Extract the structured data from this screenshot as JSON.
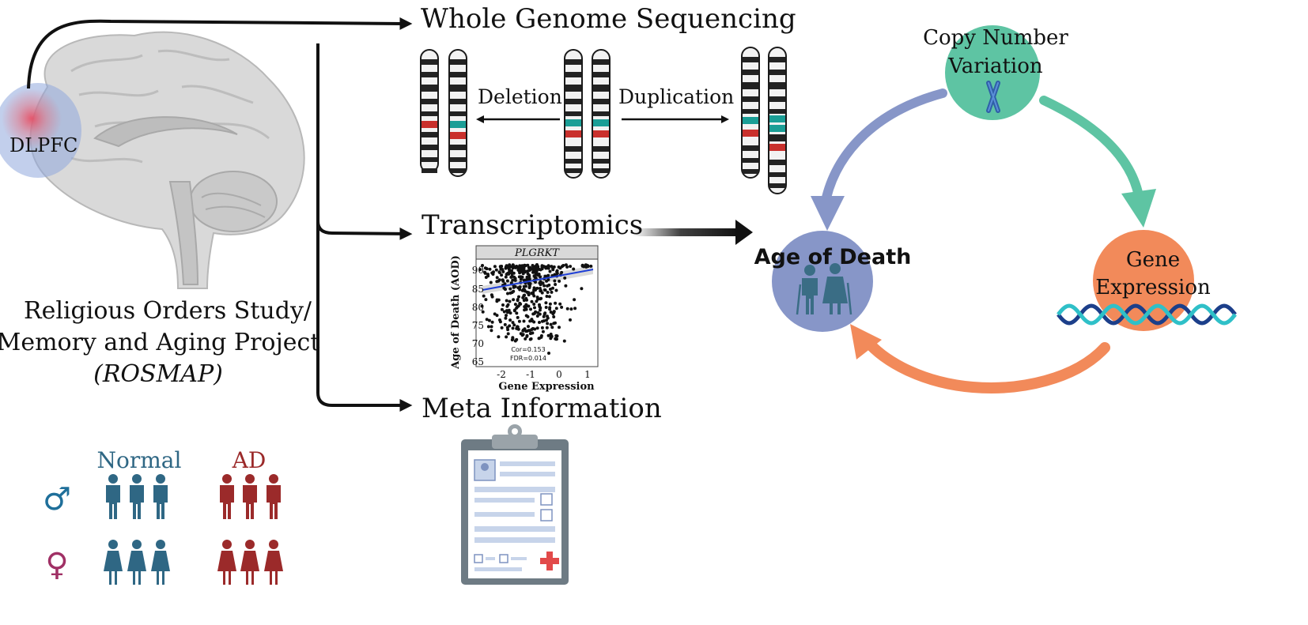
{
  "brain": {
    "region_label": "DLPFC",
    "study_line1": "Religious Orders Study/",
    "study_line2": "Memory and Aging Project",
    "study_abbrev": "(ROSMAP)"
  },
  "cohort": {
    "normal_label": "Normal",
    "ad_label": "AD",
    "male_symbol": "♂",
    "female_symbol": "♀",
    "normal_color": "#2f6784",
    "ad_color": "#9b2a2a"
  },
  "wgs": {
    "title": "Whole Genome Sequencing",
    "deletion_label": "Deletion",
    "duplication_label": "Duplication"
  },
  "transcriptomics": {
    "title": "Transcriptomics",
    "plot": {
      "gene_title": "PLGRKT",
      "ylabel": "Age of Death (AOD)",
      "xlabel": "Gene Expression",
      "yticks": [
        "90",
        "85",
        "80",
        "75",
        "70",
        "65"
      ],
      "xticks": [
        "-2",
        "-1",
        "0",
        "1"
      ],
      "stat_line1": "Cor=0.153",
      "stat_line2": "FDR=0.014"
    }
  },
  "meta": {
    "title": "Meta Information"
  },
  "cycle": {
    "cnv_line1": "Copy Number",
    "cnv_line2": "Variation",
    "aod_label": "Age of Death",
    "gene_line1": "Gene",
    "gene_line2": "Expression",
    "cnv_color": "#5ec4a3",
    "aod_color": "#8796c8",
    "gene_color": "#f28a5a"
  }
}
